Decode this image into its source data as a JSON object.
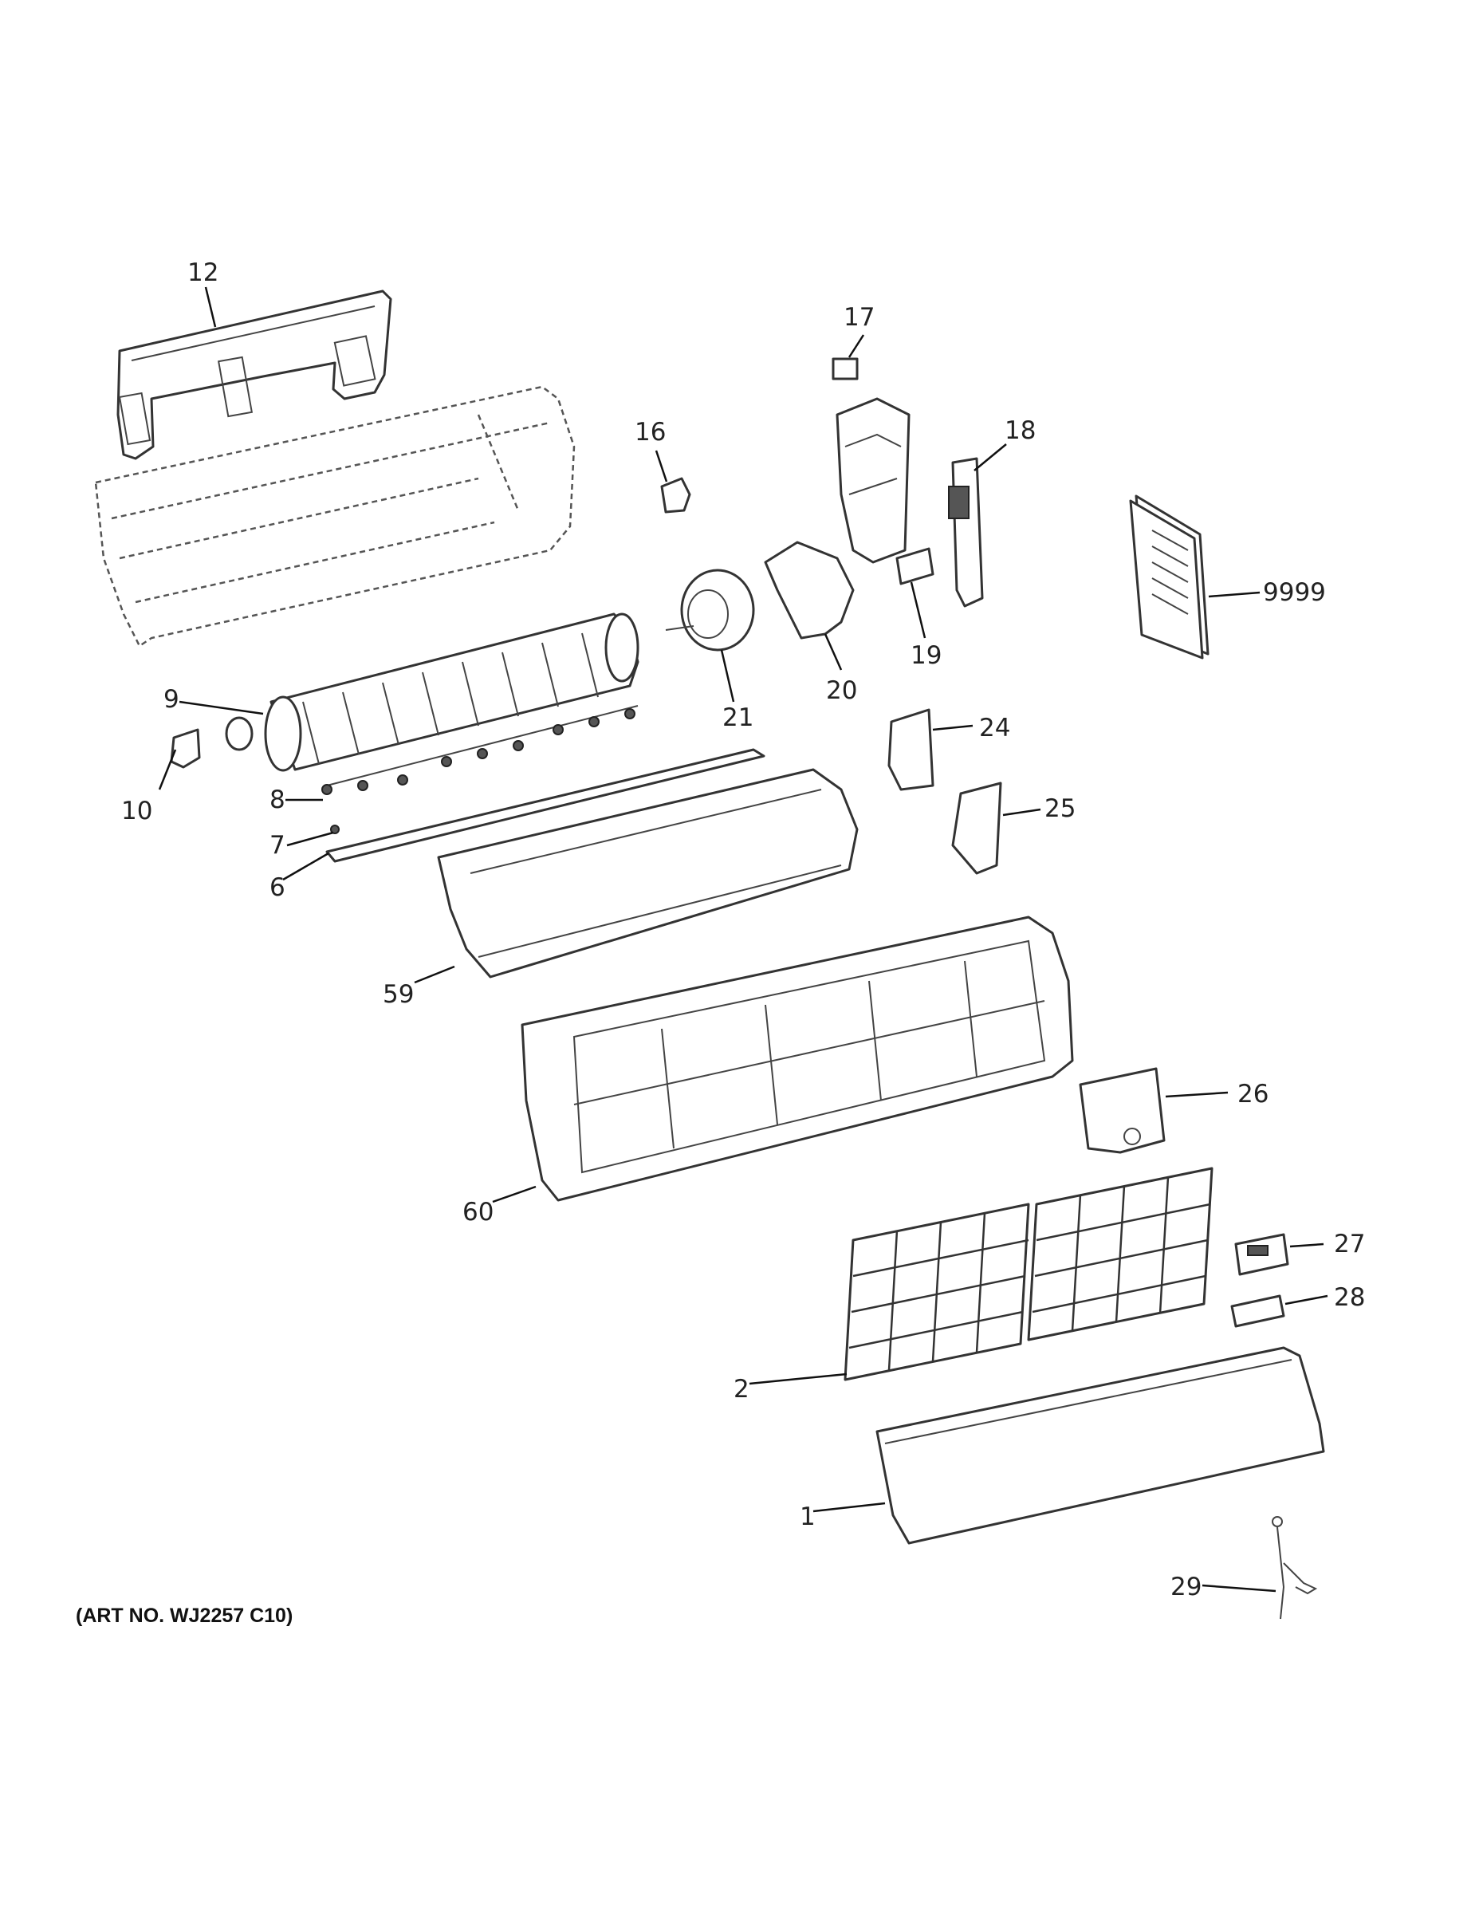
{
  "labels": {
    "p12": "12",
    "p17": "17",
    "p16": "16",
    "p18": "18",
    "p9999": "9999",
    "p19": "19",
    "p20": "20",
    "p21": "21",
    "p9": "9",
    "p24": "24",
    "p10": "10",
    "p8": "8",
    "p25": "25",
    "p7": "7",
    "p6": "6",
    "p59": "59",
    "p26": "26",
    "p60": "60",
    "p27": "27",
    "p28": "28",
    "p2": "2",
    "p1": "1",
    "p29": "29"
  },
  "art_number": "(ART NO. WJ2257 C10)"
}
